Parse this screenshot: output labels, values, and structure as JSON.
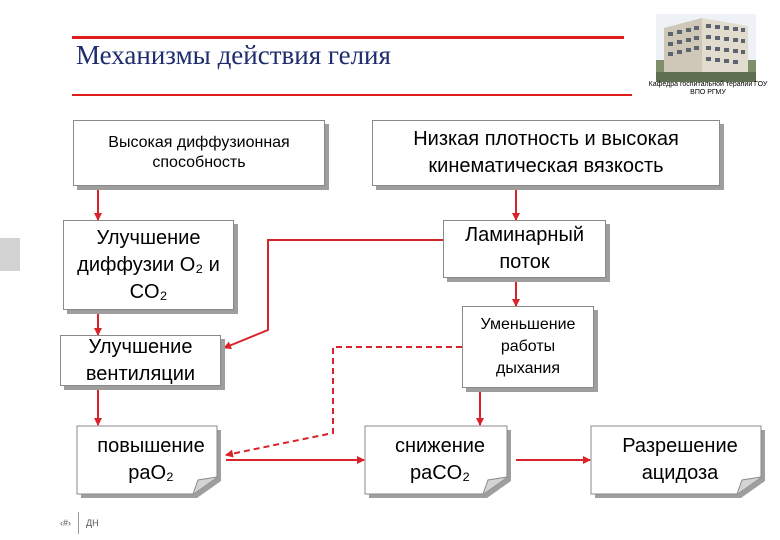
{
  "slide": {
    "title": "Механизмы действия гелия",
    "department": "Кафедра госпитальной терапии ГОУ ВПО РГМУ",
    "footer_number": "‹#›",
    "footer_text": "ДН"
  },
  "colors": {
    "accent_line": "#e01b1b",
    "title_text": "#1f2d6e",
    "arrow": "#d8232a"
  },
  "nodes": {
    "diffusion_capacity": "Высокая диффузионная способность",
    "low_density": "Низкая плотность и высокая кинематическая вязкость",
    "improved_diffusion": "Улучшение диффузии O₂ и CO₂",
    "laminar_flow": "Ламинарный поток",
    "improved_ventilation": "Улучшение вентиляции",
    "reduced_breathing_work": "Уменьшение работы дыхания",
    "increased_pao2": "повышение раO₂",
    "decreased_paco2": "снижение раCO₂",
    "acidosis_resolution": "Разрешение ацидоза"
  }
}
